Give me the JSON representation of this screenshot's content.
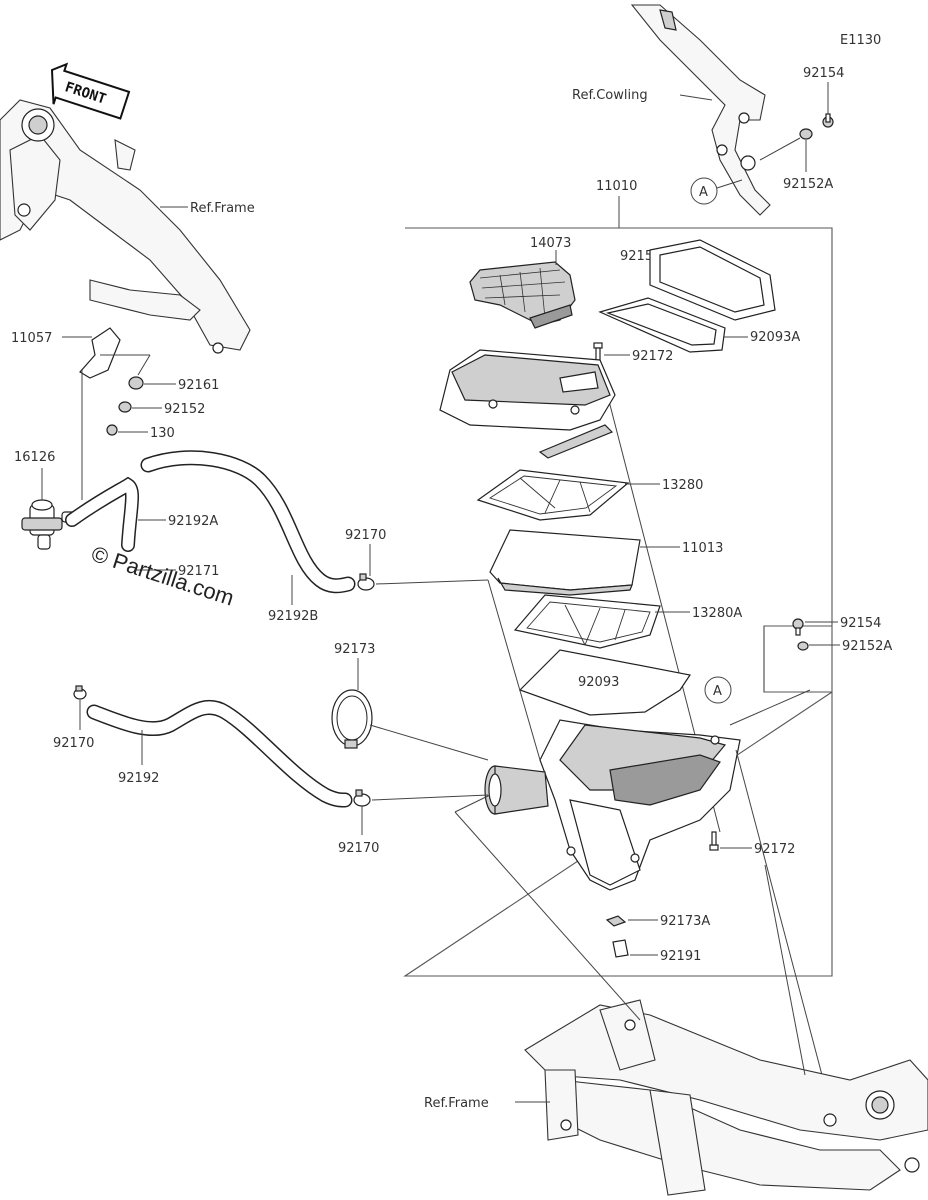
{
  "diagram_code": "E1130",
  "watermark": "© Partzilla.com",
  "front_label": "FRONT",
  "ref_labels": {
    "cowling": "Ref.Cowling",
    "frame_top": "Ref.Frame",
    "frame_bottom": "Ref.Frame"
  },
  "callout_a": "A",
  "parts": {
    "p92154_top": "92154",
    "p92152A_top": "92152A",
    "p11010": "11010",
    "p14073": "14073",
    "p92154A": "92154A",
    "p92093A": "92093A",
    "p92172_top": "92172",
    "p13280": "13280",
    "p11013": "11013",
    "p13280A": "13280A",
    "p92093": "92093",
    "p92154_mid": "92154",
    "p92152A_mid": "92152A",
    "p92172_bottom": "92172",
    "p92173A": "92173A",
    "p92191": "92191",
    "p11057": "11057",
    "p92161": "92161",
    "p92152": "92152",
    "p130": "130",
    "p16126": "16126",
    "p92192A": "92192A",
    "p92171": "92171",
    "p92192B": "92192B",
    "p92170_a": "92170",
    "p92173": "92173",
    "p92170_b": "92170",
    "p92192": "92192",
    "p92170_c": "92170"
  }
}
